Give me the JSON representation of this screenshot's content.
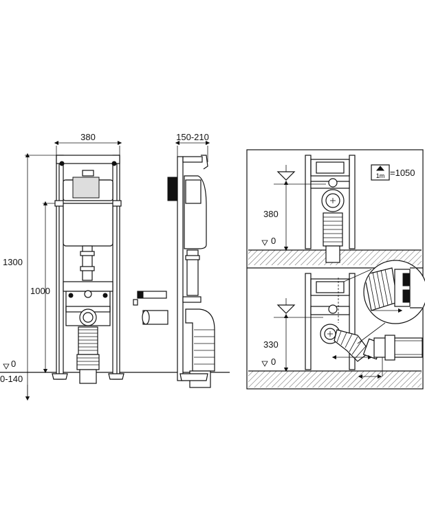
{
  "dimensions": {
    "frame_width": "380",
    "depth_range": "150-210",
    "frame_height": "1300",
    "cistern_height": "1000",
    "floor_zero_left": "0",
    "floor_range": "0-140",
    "inset_top_height": "380",
    "inset_top_zero": "0",
    "inset_bottom_height": "330",
    "inset_bottom_zero": "0"
  },
  "legend": {
    "unit_box": "1m",
    "unit_value": "=1050"
  },
  "colors": {
    "line": "#111111",
    "background": "#ffffff",
    "floor_hatch": "#e6e6e6"
  }
}
